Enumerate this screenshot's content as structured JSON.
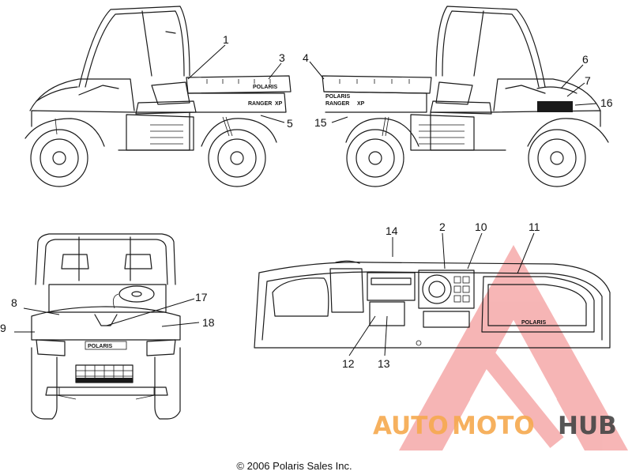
{
  "callouts": [
    "1",
    "2",
    "3",
    "4",
    "5",
    "6",
    "7",
    "8",
    "9",
    "10",
    "11",
    "12",
    "13",
    "14",
    "15",
    "16",
    "17",
    "18"
  ],
  "decals": {
    "bed_right_brand": "POLARIS",
    "bed_right_model_a": "RANGER",
    "bed_right_model_b": "XP",
    "bed_left_brand": "POLARIS",
    "bed_left_model_a": "RANGER",
    "bed_left_model_b": "XP",
    "front_badge": "POLARIS",
    "dash_brand": "POLARIS"
  },
  "watermark": {
    "part1": "AUTO",
    "part2": "MOTO",
    "part3": "HUB",
    "color_primary": "#f6a94e",
    "color_accent": "#ef3f3f",
    "color_dark": "#444444"
  },
  "copyright": "© 2006 Polaris Sales Inc."
}
